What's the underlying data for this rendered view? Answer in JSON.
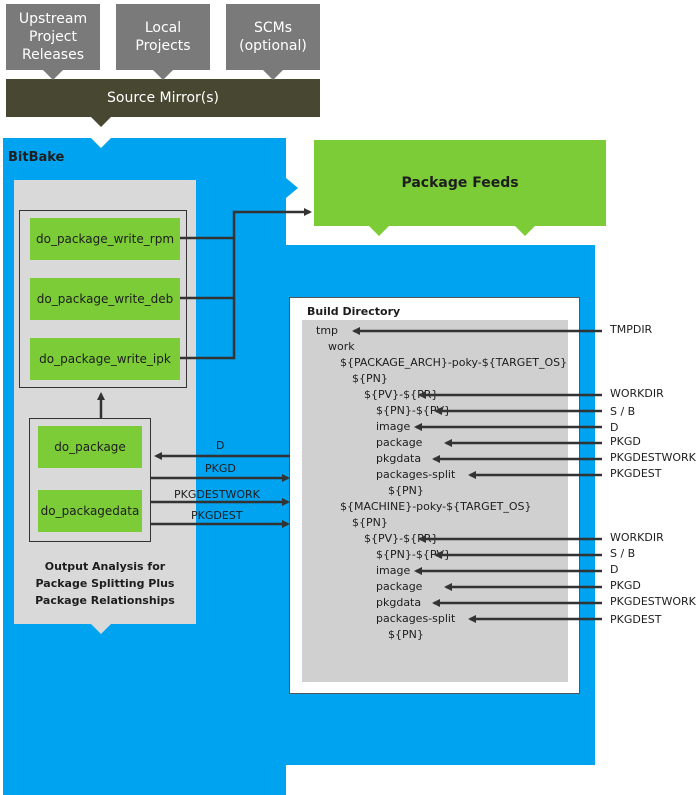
{
  "sources": {
    "upstream": "Upstream Project Releases",
    "upstream_lines": [
      "Upstream",
      "Project",
      "Releases"
    ],
    "local_lines": [
      "Local",
      "Projects"
    ],
    "scms_lines": [
      "SCMs",
      "(optional)"
    ],
    "mirror": "Source Mirror(s)"
  },
  "bitbake": {
    "title": "BitBake"
  },
  "feeds": {
    "label": "Package Feeds"
  },
  "tasks": {
    "rpm": "do_package_write_rpm",
    "deb": "do_package_write_deb",
    "ipk": "do_package_write_ipk",
    "package": "do_package",
    "packagedata": "do_packagedata"
  },
  "analysis_lines": [
    "Output Analysis for",
    "Package Splitting Plus",
    "Package Relationships"
  ],
  "flow_labels": [
    "D",
    "PKGD",
    "PKGDESTWORK",
    "PKGDEST"
  ],
  "build_directory": {
    "title": "Build Directory",
    "tree": [
      {
        "text": "tmp",
        "level": 0
      },
      {
        "text": "work",
        "level": 1
      },
      {
        "text": "${PACKAGE_ARCH}-poky-${TARGET_OS}",
        "level": 2
      },
      {
        "text": "${PN}",
        "level": 3
      },
      {
        "text": "${PV}-${PR}",
        "level": 4
      },
      {
        "text": "${PN}-${PV}",
        "level": 5
      },
      {
        "text": "image",
        "level": 5
      },
      {
        "text": "package",
        "level": 5
      },
      {
        "text": "pkgdata",
        "level": 5
      },
      {
        "text": "packages-split",
        "level": 5
      },
      {
        "text": "${PN}",
        "level": 6
      },
      {
        "text": "${MACHINE}-poky-${TARGET_OS}",
        "level": 2
      },
      {
        "text": "${PN}",
        "level": 3
      },
      {
        "text": "${PV}-${PR}",
        "level": 4
      },
      {
        "text": "${PN}-${PV}",
        "level": 5
      },
      {
        "text": "image",
        "level": 5
      },
      {
        "text": "package",
        "level": 5
      },
      {
        "text": "pkgdata",
        "level": 5
      },
      {
        "text": "packages-split",
        "level": 5
      },
      {
        "text": "${PN}",
        "level": 6
      }
    ]
  },
  "variables": [
    "TMPDIR",
    "WORKDIR",
    "S / B",
    "D",
    "PKGD",
    "PKGDESTWORK",
    "PKGDEST",
    "WORKDIR",
    "S / B",
    "D",
    "PKGD",
    "PKGDESTWORK",
    "PKGDEST"
  ],
  "colors": {
    "bitbake_blue": "#00a3ef",
    "green": "#7ccc38",
    "gray_source": "#7a7a7a",
    "mirror": "#484832",
    "panel_gray": "#d9d9d9"
  }
}
